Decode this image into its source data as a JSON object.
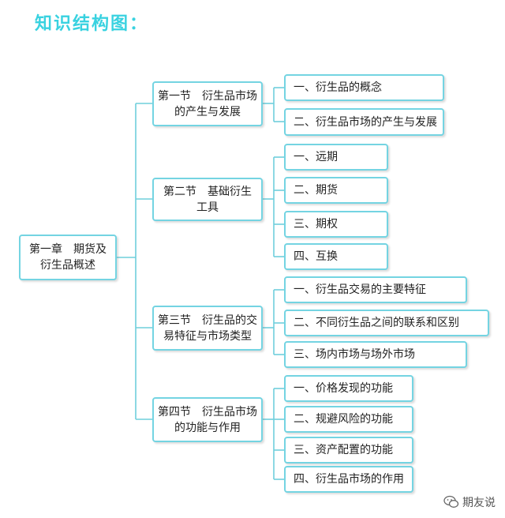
{
  "title": "知识结构图：",
  "root": "第一章　期货及\n衍生品概述",
  "sections": [
    {
      "label": "第一节　衍生品市场\n的产生与发展",
      "items": [
        "一、衍生品的概念",
        "二、衍生品市场的产生与发展"
      ]
    },
    {
      "label": "第二节　基础衍生\n工具",
      "items": [
        "一、远期",
        "二、期货",
        "三、期权",
        "四、互换"
      ]
    },
    {
      "label": "第三节　衍生品的交\n易特征与市场类型",
      "items": [
        "一、衍生品交易的主要特征",
        "二、不同衍生品之间的联系和区别",
        "三、场内市场与场外市场"
      ]
    },
    {
      "label": "第四节　衍生品市场\n的功能与作用",
      "items": [
        "一、价格发现的功能",
        "二、规避风险的功能",
        "三、资产配置的功能",
        "四、衍生品市场的作用"
      ]
    }
  ],
  "watermark": {
    "text": "期友说",
    "icon": "wechat-icon"
  },
  "colors": {
    "title": "#39d2e0",
    "border": "#74d4e2",
    "line": "#6fcfdc"
  }
}
